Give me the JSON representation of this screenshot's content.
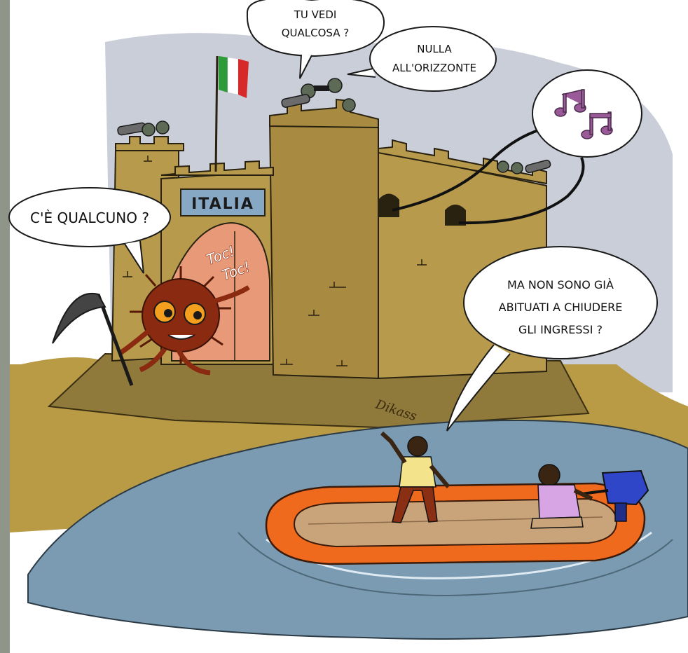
{
  "bubbles": {
    "soldier_question": {
      "line1": "TU VEDI",
      "line2": "QUALCOSA ?"
    },
    "soldier_answer": {
      "line1": "NULLA",
      "line2": "ALL'ORIZZONTE"
    },
    "virus": {
      "line1": "C'È QUALCUNO ?"
    },
    "migrant": {
      "line1": "MA NON SONO GIÀ",
      "line2": "ABITUATI A CHIUDERE",
      "line3": "GLI INGRESSI ?"
    }
  },
  "castle": {
    "sign": "ITALIA"
  },
  "door": {
    "knock1": "Toc!",
    "knock2": "Toc!"
  },
  "signature": "Dikass",
  "colors": {
    "frame": "#8f9588",
    "sky": "#c9ced8",
    "castle": "#b79a4c",
    "sand": "#b99a45",
    "sea": "#7a9bb2",
    "boat": "#f06a1e",
    "virus": "#8a2a10",
    "flag_green": "#2e9a3a",
    "flag_red": "#d62a2a",
    "motor": "#2f46c8"
  }
}
